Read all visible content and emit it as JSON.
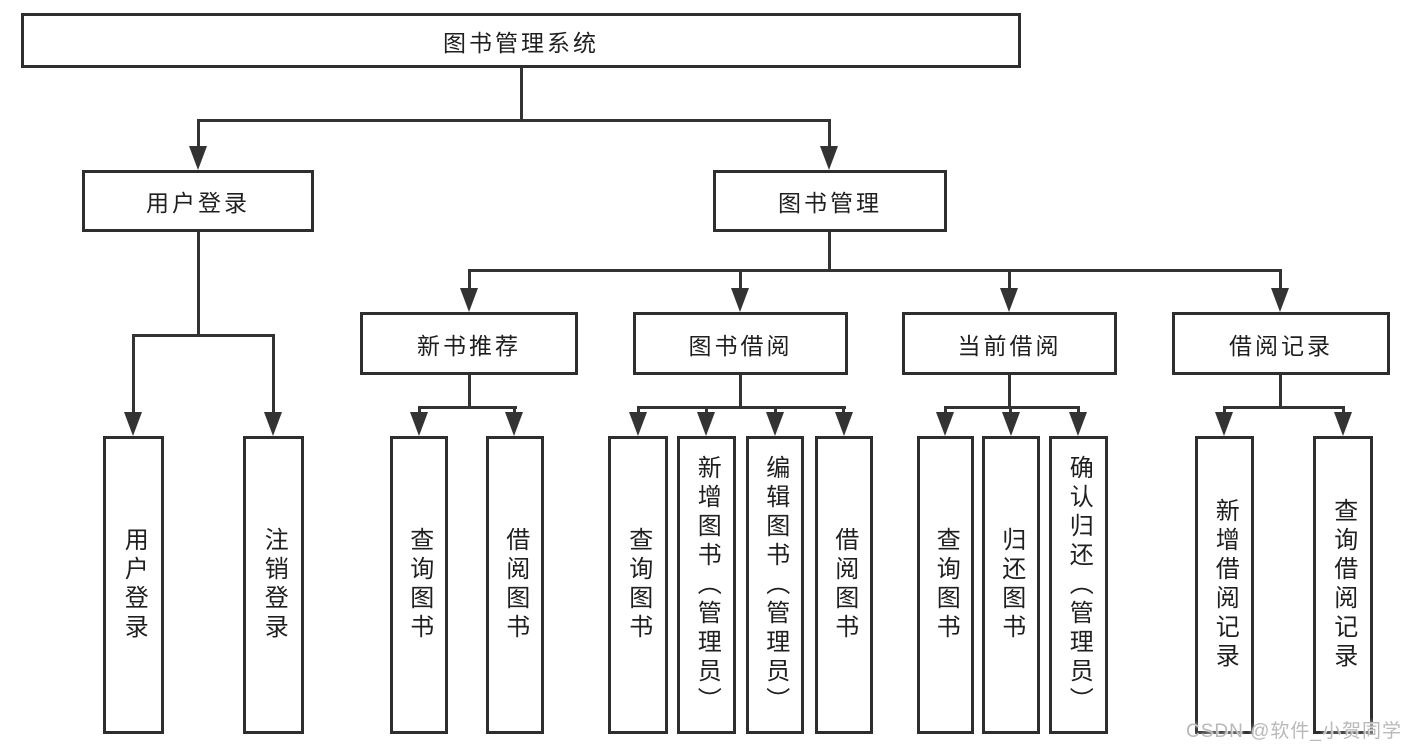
{
  "tree": {
    "label": "图书管理系统",
    "children": [
      {
        "label": "用户登录",
        "leaves": [
          {
            "label": "用户登录"
          },
          {
            "label": "注销登录"
          }
        ]
      },
      {
        "label": "图书管理",
        "children": [
          {
            "label": "新书推荐",
            "leaves": [
              {
                "label": "查询图书"
              },
              {
                "label": "借阅图书"
              }
            ]
          },
          {
            "label": "图书借阅",
            "leaves": [
              {
                "label": "查询图书"
              },
              {
                "label": "新增图书（管理员）"
              },
              {
                "label": "编辑图书（管理员）"
              },
              {
                "label": "借阅图书"
              }
            ]
          },
          {
            "label": "当前借阅",
            "leaves": [
              {
                "label": "查询图书"
              },
              {
                "label": "归还图书"
              },
              {
                "label": "确认归还（管理员）"
              }
            ]
          },
          {
            "label": "借阅记录",
            "leaves": [
              {
                "label": "新增借阅记录"
              },
              {
                "label": "查询借阅记录"
              }
            ]
          }
        ]
      }
    ]
  },
  "watermark": "CSDN @软件_小贺同学",
  "colors": {
    "line": "#333333",
    "box_border": "#2e2e2e",
    "box_background": "#ffffff",
    "text": "#1f1f1f",
    "watermark": "#b9b9b9"
  }
}
